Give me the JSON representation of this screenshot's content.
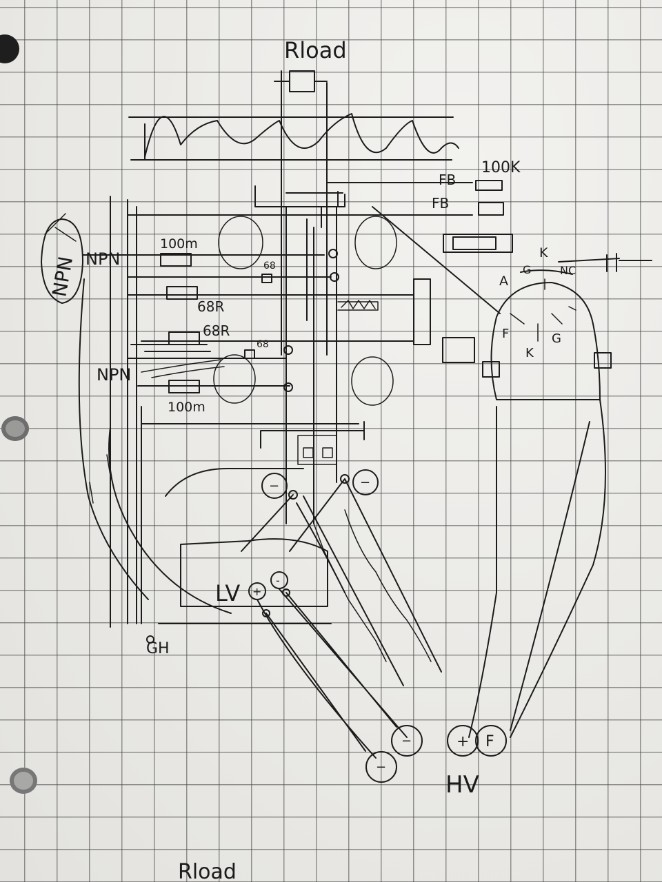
{
  "page": {
    "type": "handwritten-sketch",
    "paper": "grid notebook page",
    "ink_color": "#1b1b1b"
  },
  "labels": {
    "rload_top": "Rload",
    "rload_bottom": "Rload",
    "hundred_k": "100K",
    "fb_upper": "FB",
    "fb_lower": "FB",
    "npn_vertical": "NPN",
    "npn_upper": "NPN",
    "npn_lower": "NPN",
    "res_100m_upper": "100m",
    "res_100m_lower": "100m",
    "r68_a": "68",
    "r68_b": "68",
    "r68r_a": "68R",
    "r68r_b": "68R",
    "pin_a": "A",
    "pin_g_top": "G",
    "pin_k_top": "K",
    "pin_nc": "NC",
    "pin_f": "F",
    "pin_g_bottom": "G",
    "pin_k_bottom": "K",
    "lv": "LV",
    "hv": "HV",
    "gh": "GH",
    "lv_plus": "+",
    "lv_minus": "-",
    "term_minus_left": "−",
    "term_minus_right": "−",
    "term_minus_lower": "−",
    "term_minus_lower2": "−",
    "hv_plus": "+",
    "hv_f": "F"
  }
}
